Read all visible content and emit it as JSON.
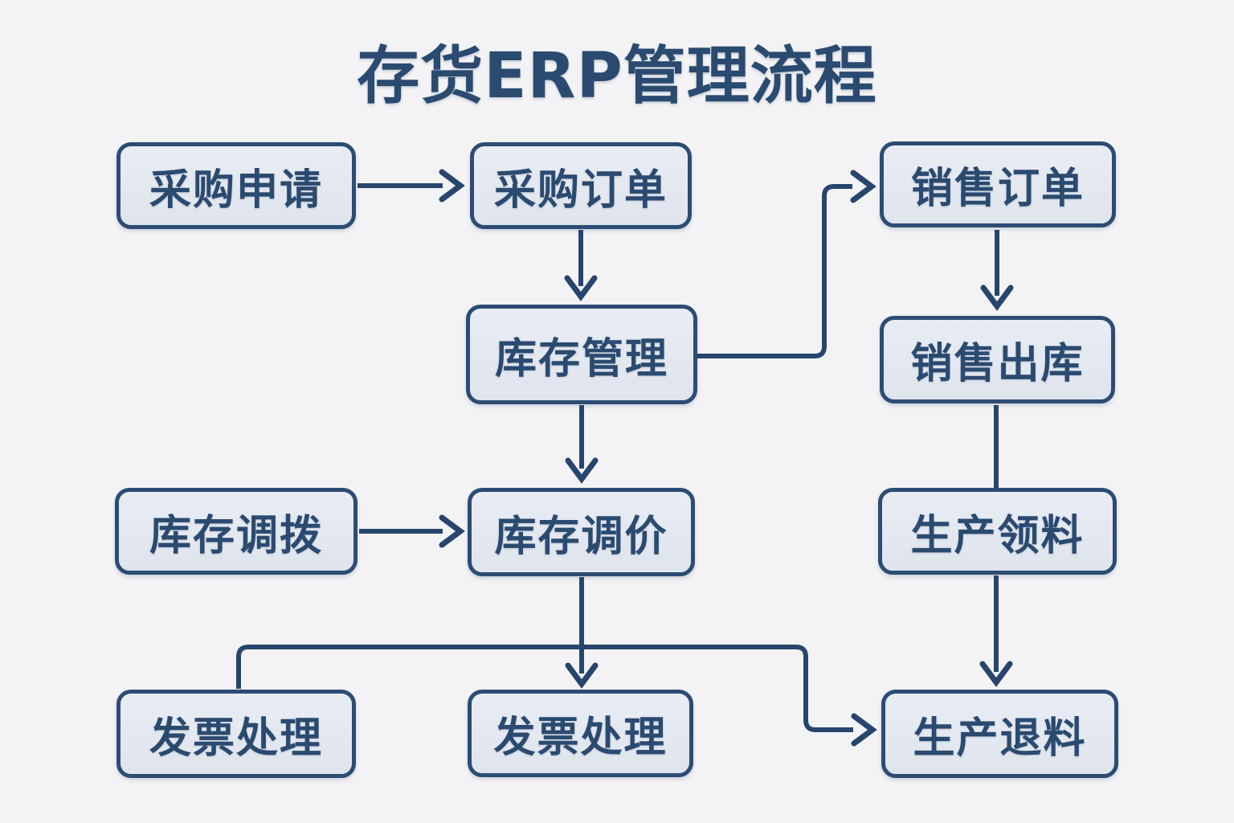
{
  "title": "存货ERP管理流程",
  "nodes": {
    "purchase_request": {
      "label": "采购申请"
    },
    "purchase_order": {
      "label": "采购订单"
    },
    "sales_order": {
      "label": "销售订单"
    },
    "inventory_management": {
      "label": "库存管理"
    },
    "sales_outbound": {
      "label": "销售出库"
    },
    "inventory_transfer": {
      "label": "库存调拨"
    },
    "inventory_repricing": {
      "label": "库存调价"
    },
    "production_requisition": {
      "label": "生产领料"
    },
    "invoice_processing_left": {
      "label": "发票处理"
    },
    "invoice_processing_center": {
      "label": "发票处理"
    },
    "production_return": {
      "label": "生产退料"
    }
  },
  "edges": [
    {
      "from": "采购申请",
      "to": "采购订单",
      "arrow": true
    },
    {
      "from": "采购订单",
      "to": "库存管理",
      "arrow": true
    },
    {
      "from": "库存管理",
      "to": "销售订单",
      "arrow": true
    },
    {
      "from": "销售订单",
      "to": "销售出库",
      "arrow": true
    },
    {
      "from": "销售出库",
      "to": "生产领料",
      "arrow": false
    },
    {
      "from": "库存管理",
      "to": "库存调价",
      "arrow": true
    },
    {
      "from": "库存调拨",
      "to": "库存调价",
      "arrow": true
    },
    {
      "from": "库存调价",
      "to": "发票处理(左)",
      "arrow": false
    },
    {
      "from": "库存调价",
      "to": "发票处理(中)",
      "arrow": true
    },
    {
      "from": "库存调价",
      "to": "生产退料",
      "arrow": true
    },
    {
      "from": "生产领料",
      "to": "生产退料",
      "arrow": true
    }
  ],
  "colors": {
    "background": "#f3f3f5",
    "box_fill": "#e3e8f0",
    "box_border": "#2c4c74",
    "connector": "#27456d",
    "text": "#2b4a70"
  }
}
